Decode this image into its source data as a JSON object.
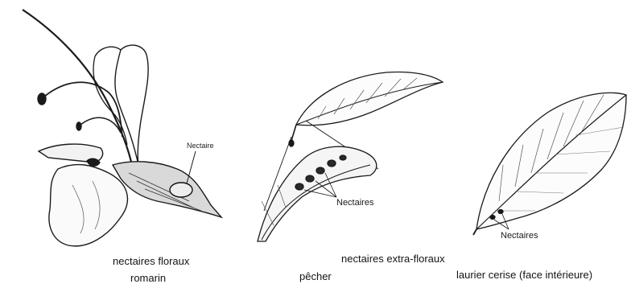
{
  "labels": {
    "rosemary_callout": "Nectaire",
    "peach_callout": "Nectaires",
    "laurel_callout": "Nectaires"
  },
  "captions": {
    "floral": "nectaires floraux",
    "rosemary": "romarin",
    "extrafloral": "nectaires extra-floraux",
    "peach": "pêcher",
    "laurel": "laurier cerise (face intérieure)"
  }
}
